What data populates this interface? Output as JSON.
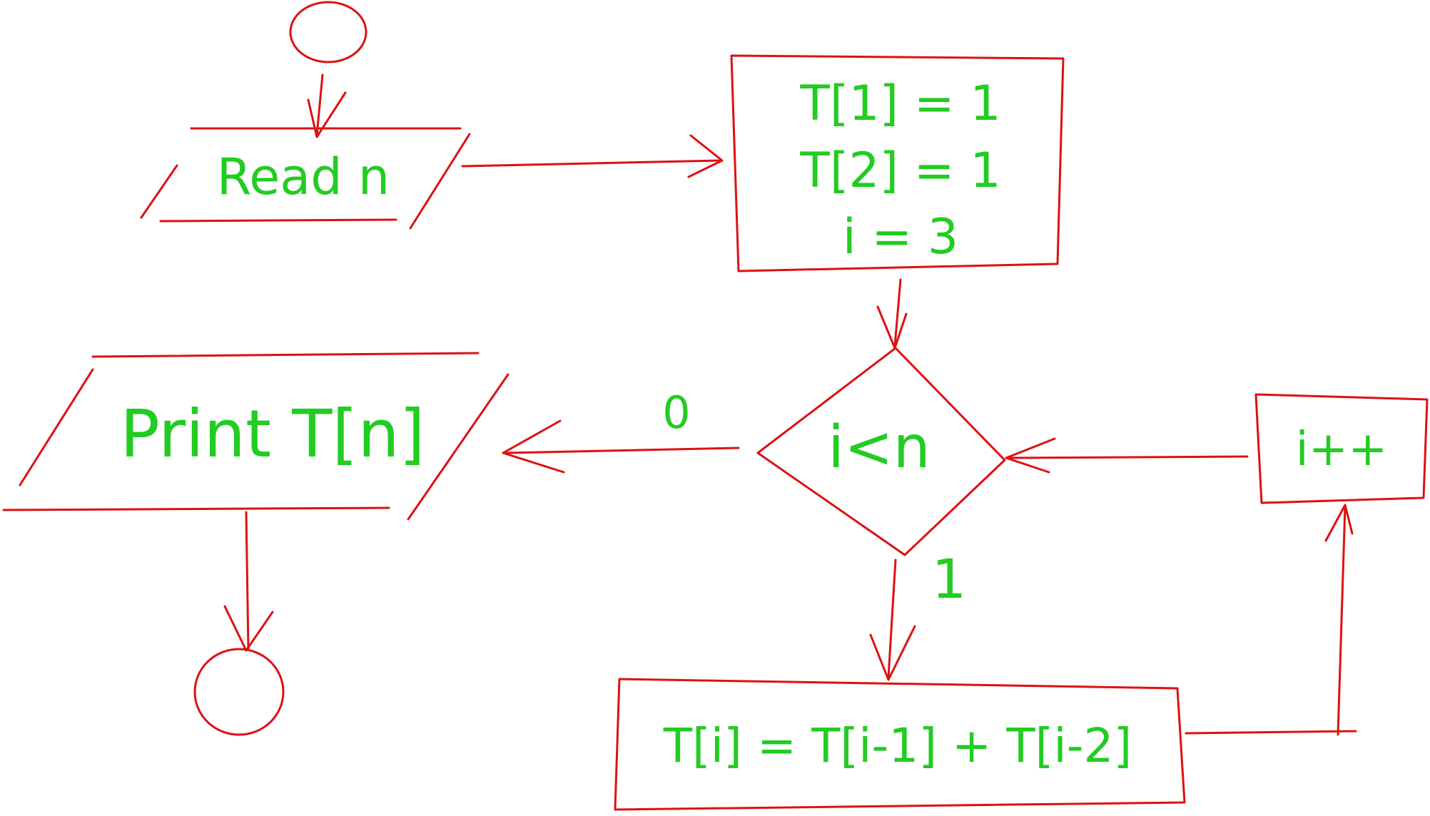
{
  "colors": {
    "shape_stroke": "#dd1111",
    "text": "#22cc22",
    "background": "#ffffff"
  },
  "nodes": {
    "start": {
      "kind": "terminator-start"
    },
    "read": {
      "kind": "input",
      "text": "Read n"
    },
    "init": {
      "kind": "process",
      "lines": [
        "T[1] = 1",
        "T[2] = 1",
        "i = 3"
      ]
    },
    "decision": {
      "kind": "decision",
      "text": "i<n"
    },
    "print": {
      "kind": "output",
      "text": "Print T[n]"
    },
    "end": {
      "kind": "terminator-end"
    },
    "compute": {
      "kind": "process",
      "text": "T[i] = T[i-1] + T[i-2]"
    },
    "increment": {
      "kind": "process",
      "text": "i++"
    }
  },
  "edge_labels": {
    "false_branch": "0",
    "true_branch": "1"
  }
}
